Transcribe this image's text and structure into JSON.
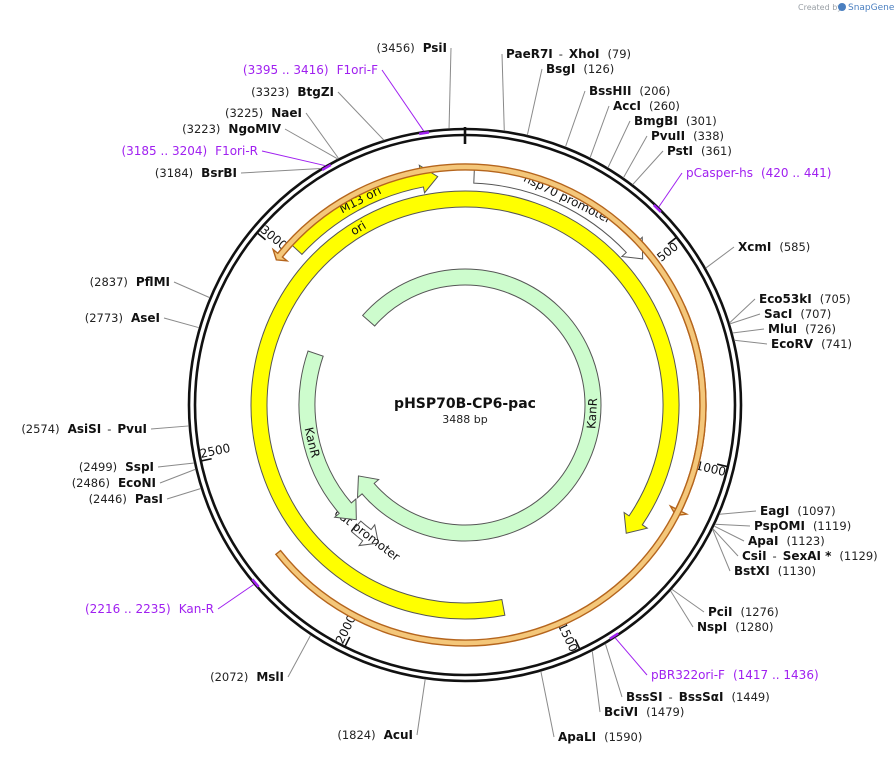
{
  "credit": {
    "prefix": "Created by",
    "brand": "SnapGene"
  },
  "plasmid": {
    "name": "pHSP70B-CP6-pac",
    "length_label": "3488 bp",
    "length": 3488
  },
  "ticks": [
    "500",
    "1000",
    "1500",
    "2000",
    "2500",
    "3000"
  ],
  "features": [
    {
      "name": "M13 ori",
      "start": 3030,
      "end": 3422,
      "color": "#ffff00",
      "strand": 1
    },
    {
      "name": "hsp70 promoter",
      "start": 22,
      "end": 490,
      "color": "#ffffff",
      "strand": 1
    },
    {
      "name": "ori",
      "start": 1640,
      "end": 1245,
      "color": "#ffff00",
      "strand": 1
    },
    {
      "name": "cat promoter",
      "start": 2150,
      "end": 2055,
      "color": "#ffffff",
      "strand": -1
    },
    {
      "name": "KanR",
      "start": 2800,
      "end": 2165,
      "color": "#cdfccd",
      "strand": -1
    },
    {
      "name": "KanR",
      "start": 3015,
      "end": 2290,
      "color": "#cdfccd",
      "strand": 1
    },
    {
      "name": "",
      "start": 640,
      "end": 1140,
      "color": "#f4c77a",
      "strand": 1
    },
    {
      "name": "",
      "start": 2245,
      "end": 2980,
      "color": "#f4c77a",
      "strand": -1
    }
  ],
  "sites": [
    {
      "pos": "(3456)",
      "name": "PsiI"
    },
    {
      "pos": "(79)",
      "name": "PaeR7I",
      "sep": "-",
      "name2": "XhoI"
    },
    {
      "pos": "(126)",
      "name": "BsgI"
    },
    {
      "pos": "(206)",
      "name": "BssHII"
    },
    {
      "pos": "(260)",
      "name": "AccI"
    },
    {
      "pos": "(301)",
      "name": "BmgBI"
    },
    {
      "pos": "(338)",
      "name": "PvuII"
    },
    {
      "pos": "(361)",
      "name": "PstI"
    },
    {
      "pos": "(585)",
      "name": "XcmI"
    },
    {
      "pos": "(705)",
      "name": "Eco53kI"
    },
    {
      "pos": "(707)",
      "name": "SacI"
    },
    {
      "pos": "(726)",
      "name": "MluI"
    },
    {
      "pos": "(741)",
      "name": "EcoRV"
    },
    {
      "pos": "(1097)",
      "name": "EagI"
    },
    {
      "pos": "(1119)",
      "name": "PspOMI"
    },
    {
      "pos": "(1123)",
      "name": "ApaI"
    },
    {
      "pos": "(1129)",
      "name": "CsiI",
      "sep": "-",
      "name2": "SexAI *"
    },
    {
      "pos": "(1130)",
      "name": "BstXI"
    },
    {
      "pos": "(1276)",
      "name": "PciI"
    },
    {
      "pos": "(1280)",
      "name": "NspI"
    },
    {
      "pos": "(1449)",
      "name": "BssSI",
      "sep": "-",
      "name2": "BssSαI"
    },
    {
      "pos": "(1479)",
      "name": "BciVI"
    },
    {
      "pos": "(1590)",
      "name": "ApaLI"
    },
    {
      "pos": "(1824)",
      "name": "AcuI"
    },
    {
      "pos": "(2072)",
      "name": "MslI"
    },
    {
      "pos": "(2446)",
      "name": "PasI"
    },
    {
      "pos": "(2486)",
      "name": "EcoNI"
    },
    {
      "pos": "(2499)",
      "name": "SspI"
    },
    {
      "pos": "(2574)",
      "name": "AsiSI",
      "sep": "-",
      "name2": "PvuI"
    },
    {
      "pos": "(2773)",
      "name": "AseI"
    },
    {
      "pos": "(2837)",
      "name": "PflMI"
    },
    {
      "pos": "(3184)",
      "name": "BsrBI"
    },
    {
      "pos": "(3223)",
      "name": "NgoMIV"
    },
    {
      "pos": "(3225)",
      "name": "NaeI"
    },
    {
      "pos": "(3323)",
      "name": "BtgZI"
    }
  ],
  "primers": [
    {
      "pos": "(3395 .. 3416)",
      "name": "F1ori-F"
    },
    {
      "pos": "(3185 .. 3204)",
      "name": "F1ori-R"
    },
    {
      "name": "pCasper-hs",
      "pos": "(420 .. 441)"
    },
    {
      "name": "pBR322ori-F",
      "pos": "(1417 .. 1436)"
    },
    {
      "pos": "(2216 .. 2235)",
      "name": "Kan-R"
    }
  ]
}
